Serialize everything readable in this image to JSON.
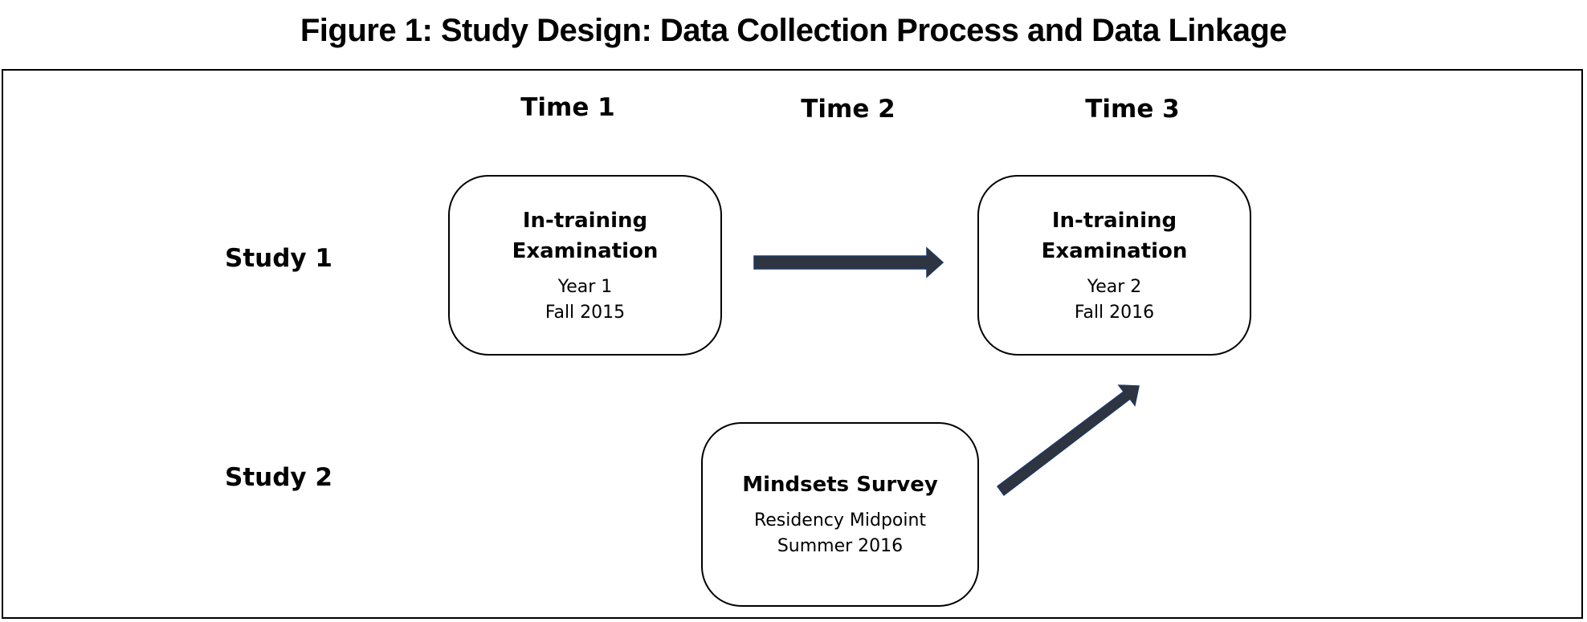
{
  "title": "Figure 1: Study Design: Data Collection Process and Data Linkage",
  "times": [
    "Time 1",
    "Time 2",
    "Time 3"
  ],
  "studies": [
    "Study 1",
    "Study 2"
  ],
  "boxes": {
    "exam_year1": {
      "title_line1": "In-training",
      "title_line2": "Examination",
      "line1": "Year 1",
      "line2": "Fall 2015"
    },
    "exam_year2": {
      "title_line1": "In-training",
      "title_line2": "Examination",
      "line1": "Year 2",
      "line2": "Fall 2016"
    },
    "survey": {
      "title": "Mindsets Survey",
      "line1": "Residency Midpoint",
      "line2": "Summer 2016"
    }
  },
  "colors": {
    "arrow_fill": "#2e3440",
    "arrow_stroke": "#1f3864",
    "border": "#000000"
  }
}
